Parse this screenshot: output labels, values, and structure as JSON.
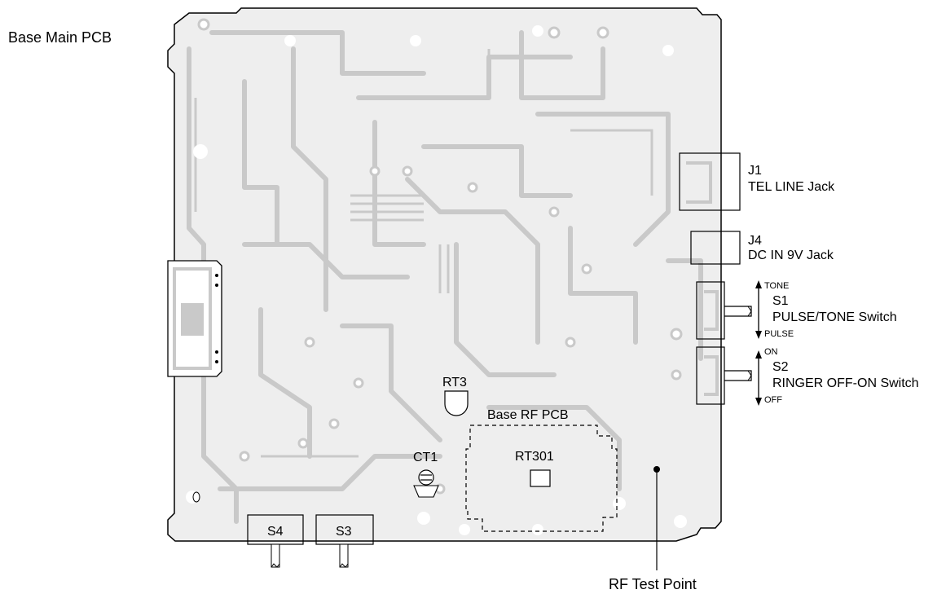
{
  "title": "Base Main PCB",
  "board_labels": {
    "j1_ref": "J1",
    "j1_desc": "TEL LINE Jack",
    "j4_ref": "J4",
    "j4_desc": "DC IN 9V Jack",
    "s1_top": "TONE",
    "s1_ref": "S1",
    "s1_desc": "PULSE/TONE Switch",
    "s1_bottom": "PULSE",
    "s2_top": "ON",
    "s2_ref": "S2",
    "s2_desc": "RINGER OFF-ON Switch",
    "s2_bottom": "OFF",
    "rt3": "RT3",
    "rf_pcb": "Base RF PCB",
    "rt301": "RT301",
    "ct1": "CT1",
    "s4": "S4",
    "s3": "S3",
    "rf_test_point": "RF Test Point"
  },
  "colors": {
    "board_fill": "#eeeeee",
    "trace": "#c9c9c9",
    "outline": "#000000"
  }
}
